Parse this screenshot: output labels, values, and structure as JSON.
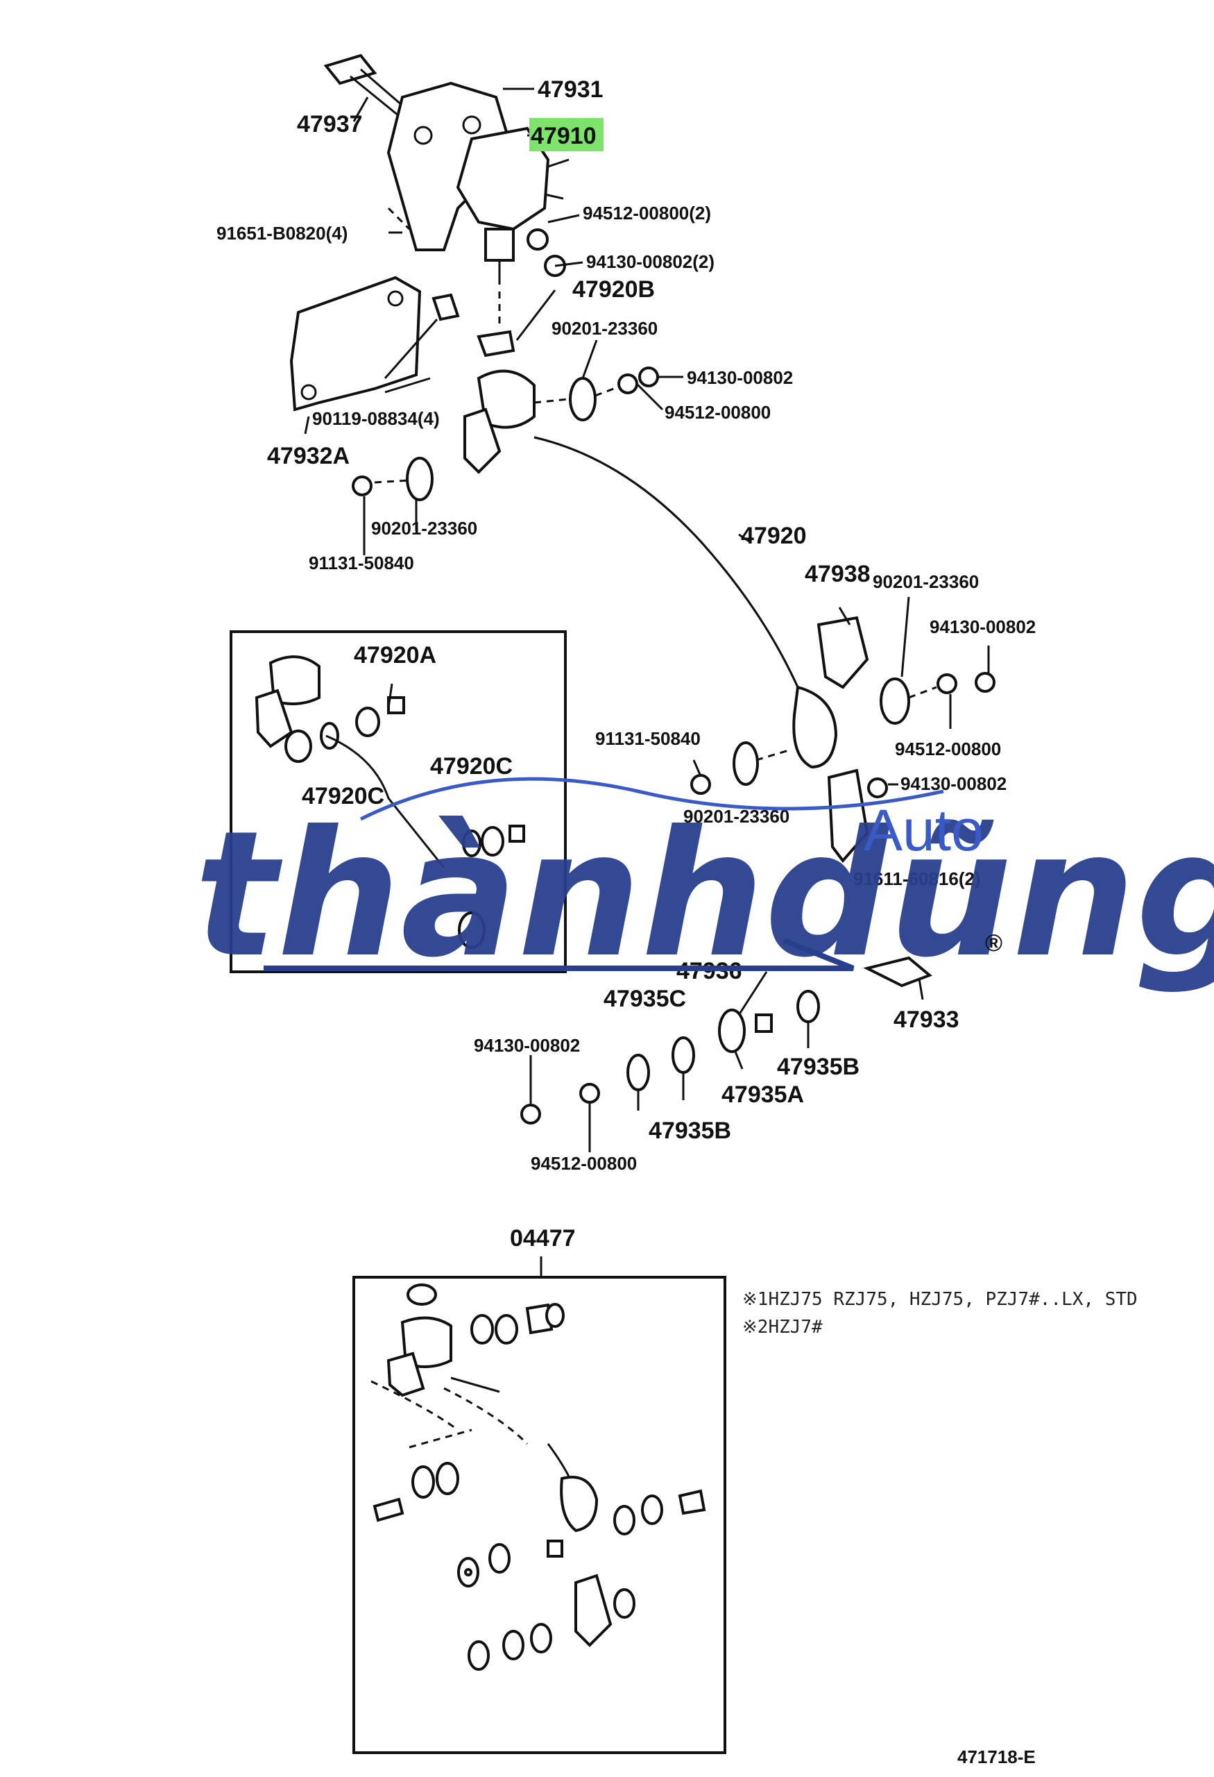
{
  "parts": {
    "p47931": "47931",
    "p47910": "47910",
    "p47937": "47937",
    "p91651": "91651-B0820(4)",
    "p94512a": "94512-00800(2)",
    "p94130a": "94130-00802(2)",
    "p47920B": "47920B",
    "p90201a": "90201-23360",
    "p94130b": "94130-00802",
    "p94512b": "94512-00800",
    "p90119": "90119-08834(4)",
    "p47932A": "47932A",
    "p90201b": "90201-23360",
    "p91131a": "91131-50840",
    "p47920": "47920",
    "p47938": "47938",
    "p90201c": "90201-23360",
    "p94130c": "94130-00802",
    "p47920A": "47920A",
    "p47920C_a": "47920C",
    "p47920C_b": "47920C",
    "p91131b": "91131-50840",
    "p94512c": "94512-00800",
    "p94130d": "94130-00802",
    "p90201d": "90201-23360",
    "p91611": "91611-60816(2)",
    "p47936": "47936",
    "p47933": "47933",
    "p47935C": "47935C",
    "p94130e": "94130-00802",
    "p47935B_a": "47935B",
    "p47935A": "47935A",
    "p47935B_b": "47935B",
    "p94512d": "94512-00800",
    "p04477": "04477"
  },
  "notes": {
    "line1": "※1HZJ75 RZJ75, HZJ75, PZJ7#..LX, STD",
    "line2": "※2HZJ7#"
  },
  "highlight_color": "#7de36a",
  "figure_code": "471718-E",
  "watermark": {
    "brand": "thànhdũng",
    "auto": "Auto",
    "registered": "®",
    "color": "#283f8e"
  }
}
